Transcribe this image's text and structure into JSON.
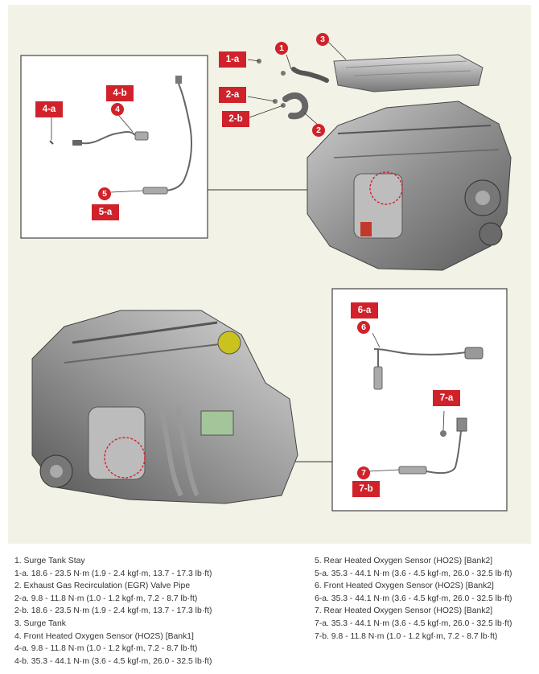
{
  "callouts": {
    "c1a": "1-a",
    "c2a": "2-a",
    "c2b": "2-b",
    "c4a": "4-a",
    "c4b": "4-b",
    "c5a": "5-a",
    "c6a": "6-a",
    "c7a": "7-a",
    "c7b": "7-b"
  },
  "numbers": {
    "n1": "1",
    "n2": "2",
    "n3": "3",
    "n4": "4",
    "n5": "5",
    "n6": "6",
    "n7": "7"
  },
  "legend": {
    "left": [
      "1. Surge Tank Stay",
      "1-a. 18.6 - 23.5 N·m (1.9 - 2.4 kgf·m, 13.7 - 17.3 lb·ft)",
      "2. Exhaust Gas Recirculation (EGR) Valve Pipe",
      "2-a. 9.8 - 11.8 N·m (1.0 - 1.2 kgf·m, 7.2 - 8.7 lb·ft)",
      "2-b. 18.6 - 23.5 N·m (1.9 - 2.4 kgf·m, 13.7 - 17.3 lb·ft)",
      "3. Surge Tank",
      "4. Front Heated Oxygen Sensor (HO2S) [Bank1]",
      "4-a. 9.8 - 11.8 N·m (1.0 - 1.2 kgf·m, 7.2 - 8.7 lb·ft)",
      "4-b. 35.3 - 44.1 N·m (3.6 - 4.5 kgf·m, 26.0 - 32.5 lb·ft)"
    ],
    "right": [
      "5. Rear Heated Oxygen Sensor (HO2S) [Bank2]",
      "5-a. 35.3 - 44.1 N·m (3.6 - 4.5 kgf·m, 26.0 - 32.5 lb·ft)",
      "6. Front Heated Oxygen Sensor (HO2S) [Bank2]",
      "6-a. 35.3 - 44.1 N·m (3.6 - 4.5 kgf·m, 26.0 - 32.5 lb·ft)",
      "7. Rear Heated Oxygen Sensor (HO2S) [Bank2]",
      "7-a. 35.3 - 44.1 N·m (3.6 - 4.5 kgf·m, 26.0 - 32.5 lb·ft)",
      "7-b. 9.8 - 11.8 N·m (1.0 - 1.2 kgf·m, 7.2 - 8.7 lb·ft)"
    ]
  },
  "colors": {
    "accent": "#d0222a",
    "figure_bg": "#f3f2e6",
    "text": "#333333"
  }
}
